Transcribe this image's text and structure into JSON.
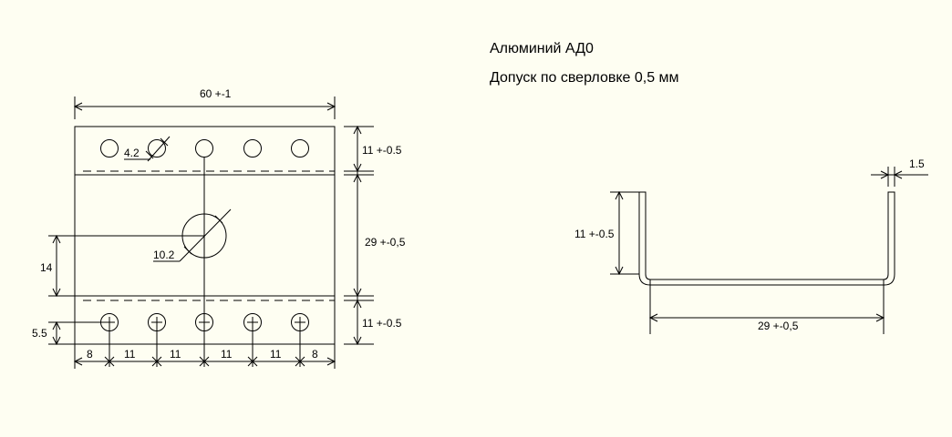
{
  "notes": {
    "material": "Алюминий АД0",
    "tolerance": "Допуск по сверловке 0,5 мм"
  },
  "plan_view": {
    "width_dim": "60 +-1",
    "top_flange_dim": "11 +-0.5",
    "middle_dim": "29 +-0,5",
    "bottom_flange_dim": "11 +-0.5",
    "center_hole_height": "14",
    "hole_row_offset": "5.5",
    "small_hole_dia": "4.2",
    "large_hole_dia": "10.2",
    "hole_spacing": [
      "8",
      "11",
      "11",
      "11",
      "11",
      "8"
    ]
  },
  "section_view": {
    "wall_height_dim": "11 +-0.5",
    "base_width_dim": "29 +-0,5",
    "thickness_dim": "1.5"
  }
}
